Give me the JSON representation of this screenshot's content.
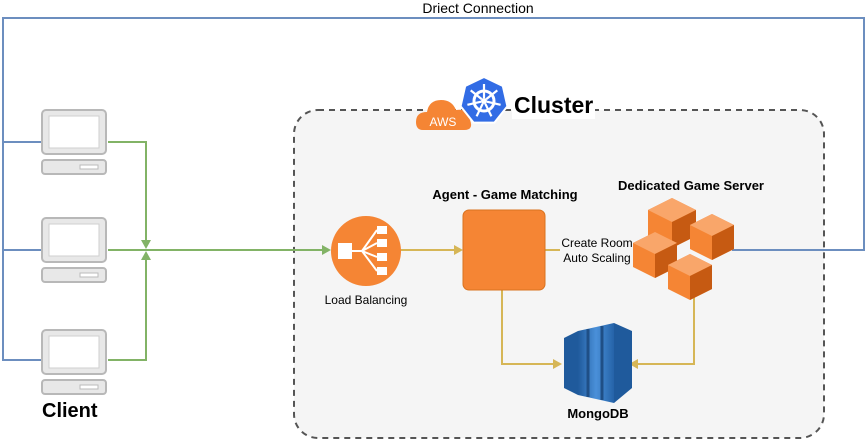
{
  "diagram": {
    "direct_connection_label": "Driect Connection",
    "cluster_label": "Cluster",
    "aws_label": "AWS",
    "client_label": "Client",
    "load_balancing_label": "Load Balancing",
    "agent_label": "Agent - Game Matching",
    "dedicated_server_label": "Dedicated Game Server",
    "create_room_label": "Create Room",
    "auto_scaling_label": "Auto Scaling",
    "mongodb_label": "MongoDB"
  },
  "colors": {
    "direct_line": "#6c8ebf",
    "client_line": "#82b366",
    "flow_line": "#d6b656",
    "aws_orange": "#f58534",
    "k8s_blue": "#326ce5",
    "mongo_blue": "#2e73b8",
    "cluster_border": "#555555",
    "cluster_fill": "#f5f5f5"
  }
}
